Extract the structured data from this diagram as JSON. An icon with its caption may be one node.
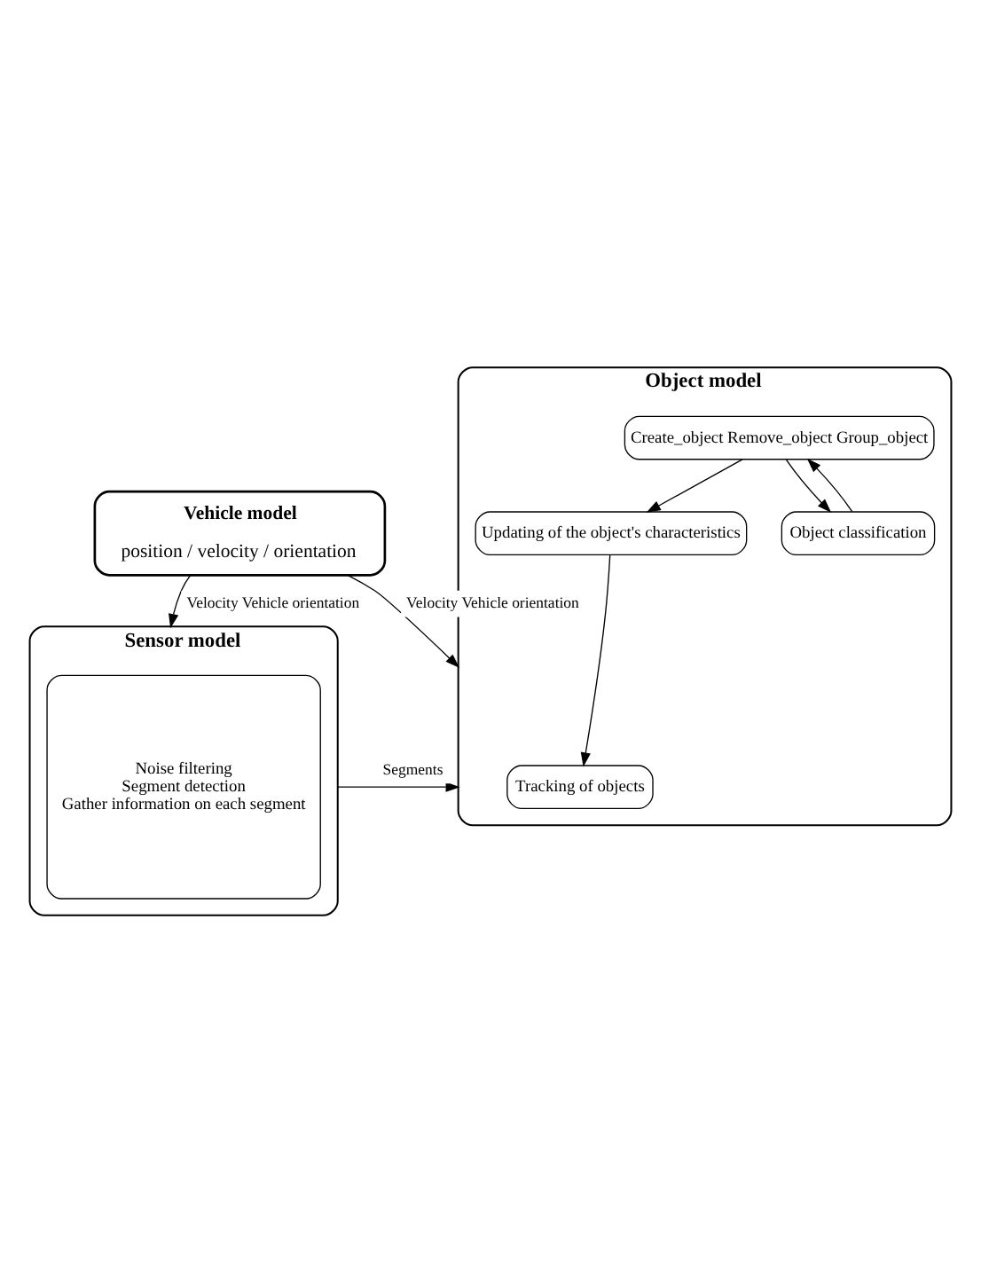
{
  "diagram": {
    "nodes": [
      {
        "text": [
          "Vehicle model",
          "position / velocity / orientation"
        ]
      },
      {
        "text": [
          "Object model"
        ]
      },
      {
        "text": [
          "Tracking of objects"
        ],
        "in": 1
      },
      {
        "text": [
          "Updating of the object's characteristics"
        ],
        "in": 1
      },
      {
        "text": [
          "Create_object Remove_object Group_object"
        ],
        "in": 1
      },
      {
        "text": [
          "Object classification"
        ],
        "in": 1
      },
      {
        "text": [
          "Sensor model"
        ]
      },
      {
        "text": [
          "Noise filtering",
          "Segment detection",
          "Gather information on each segment"
        ],
        "in": 6
      }
    ],
    "edges": [
      {
        "from": 0,
        "to": 1,
        "arrow": "to",
        "label": "Velocity Vehicle orientation"
      },
      {
        "from": 0,
        "to": 6,
        "arrow": "to",
        "label": "Velocity Vehicle orientation"
      },
      {
        "from": 3,
        "to": 2,
        "arrow": "to"
      },
      {
        "from": 4,
        "to": 3,
        "arrow": "to"
      },
      {
        "from": 5,
        "to": 4,
        "arrow": "to"
      },
      {
        "from": 4,
        "to": 5,
        "arrow": "to"
      },
      {
        "from": 6,
        "to": 1,
        "arrow": "to",
        "label": "Segments"
      }
    ]
  }
}
